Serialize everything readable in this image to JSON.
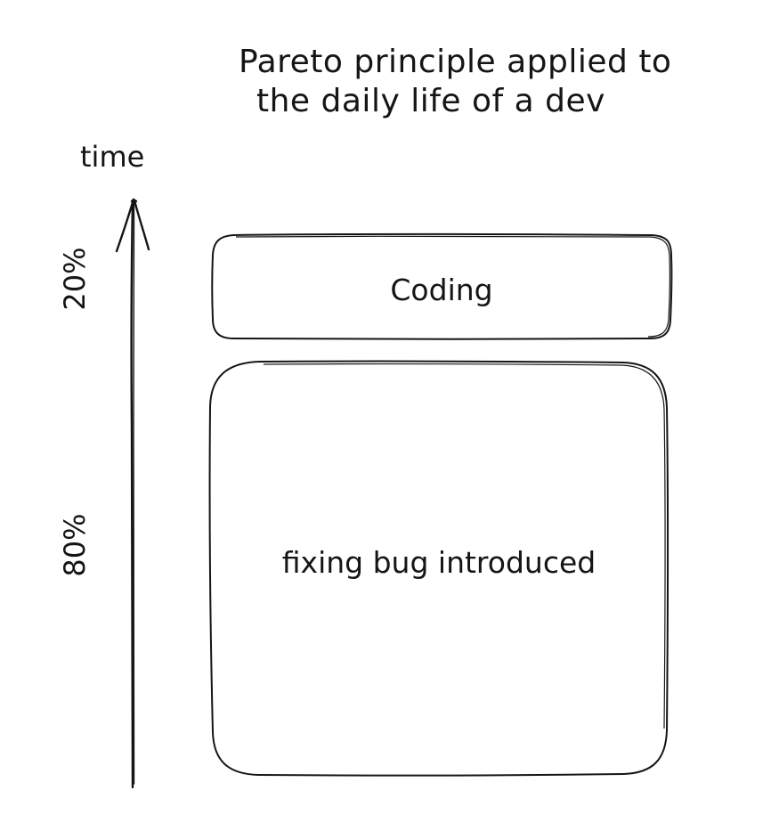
{
  "title": {
    "line1": "Pareto principle applied to",
    "line2": "the daily life of a dev"
  },
  "axis": {
    "label": "time"
  },
  "segments": [
    {
      "label": "Coding",
      "share_label": "20%",
      "share": 20
    },
    {
      "label": "fixing bug introduced",
      "share_label": "80%",
      "share": 80
    }
  ],
  "colors": {
    "stroke": "#151515",
    "background": "#ffffff"
  },
  "icons": {
    "axis_arrow": "arrow-up-icon"
  }
}
